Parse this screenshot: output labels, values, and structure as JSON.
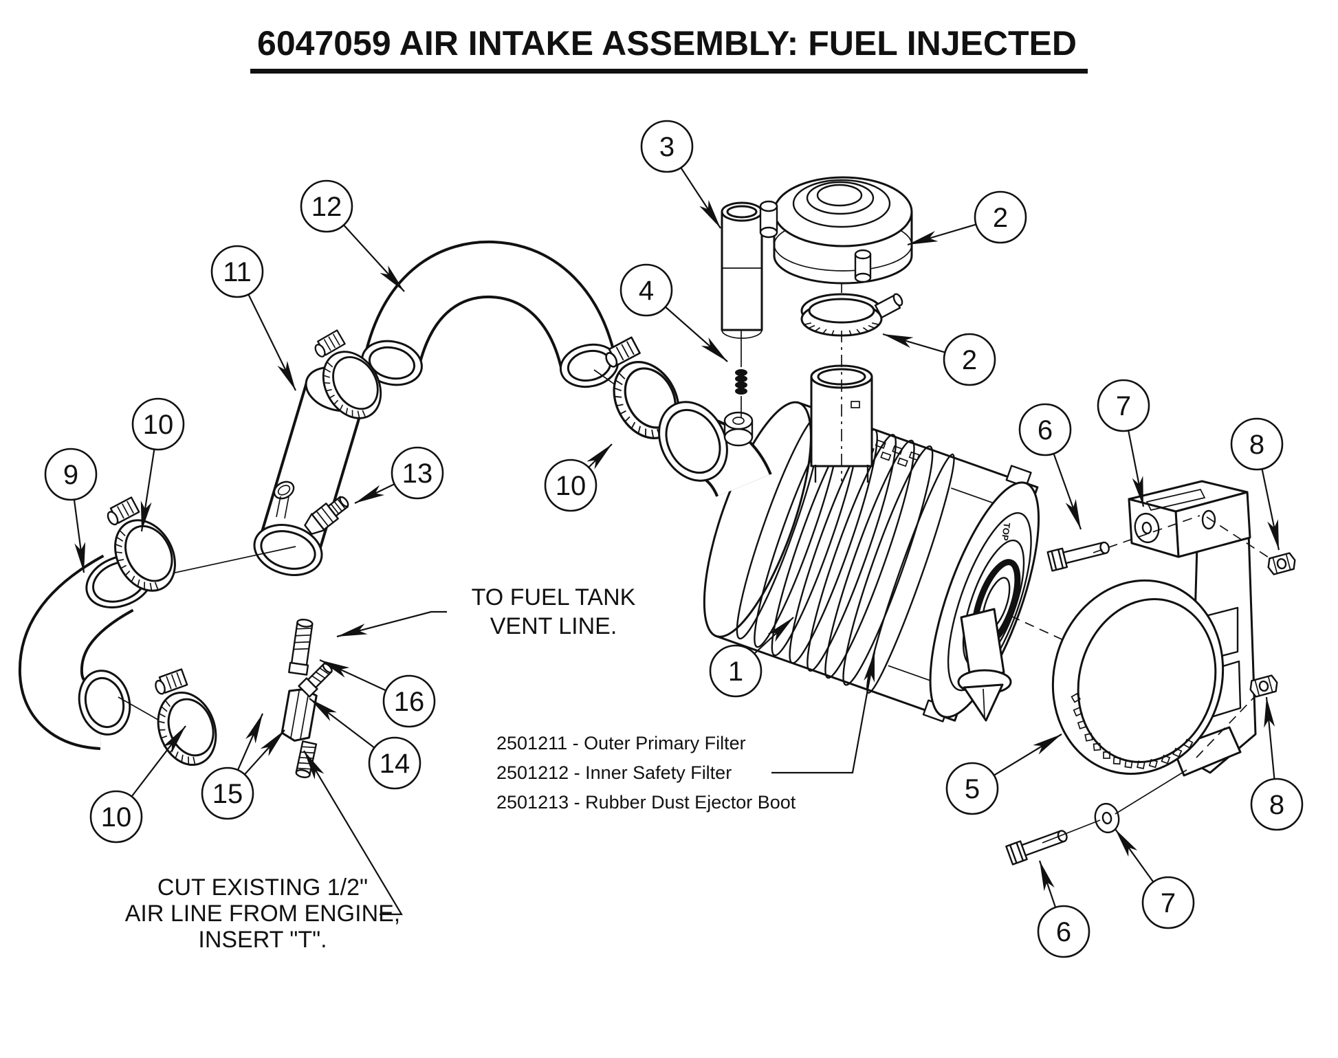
{
  "colors": {
    "background": "#ffffff",
    "line": "#111111"
  },
  "title": "6047059 AIR INTAKE ASSEMBLY: FUEL INJECTED",
  "notes": {
    "fuel_tank_vent": {
      "line1": "TO FUEL TANK",
      "line2": "VENT LINE."
    },
    "cut_airline": {
      "line1": "CUT EXISTING 1/2\"",
      "line2": "AIR LINE FROM ENGINE,",
      "line3": "INSERT \"T\"."
    }
  },
  "parts_list": {
    "items": [
      {
        "part_number": "2501211",
        "description": "Outer Primary Filter",
        "label": "2501211 - Outer Primary Filter"
      },
      {
        "part_number": "2501212",
        "description": "Inner Safety Filter",
        "label": "2501212 - Inner Safety Filter"
      },
      {
        "part_number": "2501213",
        "description": "Rubber Dust Ejector Boot",
        "label": "2501213 - Rubber Dust Ejector Boot"
      }
    ]
  },
  "end_cap_marking": "TOP",
  "callouts": [
    {
      "label": "3"
    },
    {
      "label": "12"
    },
    {
      "label": "11"
    },
    {
      "label": "2"
    },
    {
      "label": "4"
    },
    {
      "label": "2"
    },
    {
      "label": "10"
    },
    {
      "label": "9"
    },
    {
      "label": "13"
    },
    {
      "label": "10"
    },
    {
      "label": "6"
    },
    {
      "label": "7"
    },
    {
      "label": "8"
    },
    {
      "label": "1"
    },
    {
      "label": "5"
    },
    {
      "label": "8"
    },
    {
      "label": "16"
    },
    {
      "label": "14"
    },
    {
      "label": "15"
    },
    {
      "label": "10"
    },
    {
      "label": "7"
    },
    {
      "label": "6"
    }
  ]
}
